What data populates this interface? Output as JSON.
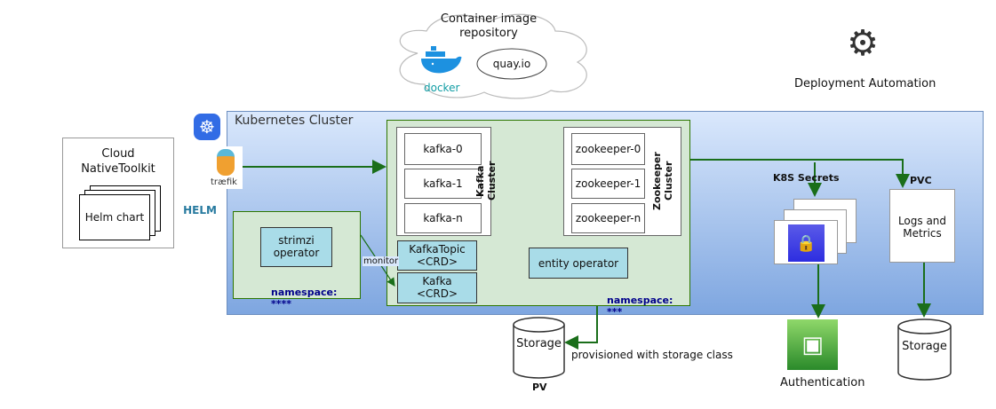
{
  "repository": {
    "title": "Container image repository",
    "docker_label": "docker",
    "quay_label": "quay.io"
  },
  "automation": {
    "label": "Deployment Automation",
    "icon": "gear-cycle-icon"
  },
  "toolkit": {
    "title_line1": "Cloud",
    "title_line2": "NativeToolkit",
    "helm_chart": "Helm chart"
  },
  "cluster": {
    "title": "Kubernetes Cluster",
    "traefik_label": "træfik",
    "helm_label": "HELM"
  },
  "strimzi_ns": {
    "operator_line1": "strimzi",
    "operator_line2": "operator",
    "namespace": "namespace: ****"
  },
  "kafka_ns": {
    "kafka_cluster_label": "Kafka Cluster",
    "kafka_brokers": [
      "kafka-0",
      "kafka-1",
      "kafka-n"
    ],
    "zookeeper_cluster_label": "Zookeeper Cluster",
    "zookeepers": [
      "zookeeper-0",
      "zookeeper-1",
      "zookeeper-n"
    ],
    "kafkatopic_line1": "KafkaTopic",
    "kafkatopic_line2": "<CRD>",
    "kafka_crd_line1": "Kafka",
    "kafka_crd_line2": "<CRD>",
    "entity_operator": "entity operator",
    "namespace": "namespace: ***"
  },
  "monitor_label": "monitor",
  "secrets_label": "K8S Secrets",
  "pvc": {
    "label": "PVC",
    "box_line1": "Logs and",
    "box_line2": "Metrics"
  },
  "authentication_label": "Authentication",
  "storage_pv": {
    "label": "Storage",
    "pv_label": "PV",
    "provisioned_label": "provisioned with storage class"
  },
  "storage_pvc": {
    "label": "Storage"
  },
  "colors": {
    "arrow": "#1a6e1a",
    "namespace_fill": "#d5e8d4",
    "operator_fill": "#a9dce8",
    "cluster_top": "#dae8fc",
    "cluster_bottom": "#7ea6e0"
  }
}
